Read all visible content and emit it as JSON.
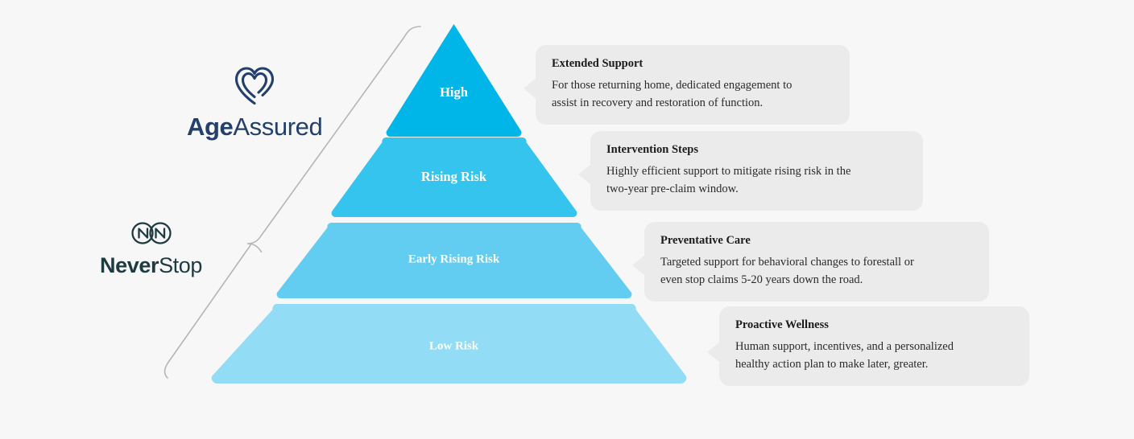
{
  "page": {
    "background_color": "#f7f7f7",
    "title": "Risk Tier Pyramid"
  },
  "logos": [
    {
      "name": "AgeAssured",
      "icon": "heart-outline-icon",
      "word_strong": "Age",
      "word_light": "Assured",
      "color": "#22406b"
    },
    {
      "name": "NeverStop",
      "icon": "infinity-loop-icon",
      "word_strong": "Never",
      "word_light": "Stop",
      "color": "#1d3b41"
    }
  ],
  "pyramid": {
    "tiers": [
      {
        "label": "High",
        "color": "#00b5e8"
      },
      {
        "label": "Rising Risk",
        "color": "#35c4ee"
      },
      {
        "label": "Early Rising Risk",
        "color": "#62cdf0"
      },
      {
        "label": "Low Risk",
        "color": "#92ddf5"
      }
    ]
  },
  "callouts": [
    {
      "title": "Extended Support",
      "body": "For those returning home, dedicated engagement to\nassist in recovery and restoration of function."
    },
    {
      "title": "Intervention Steps",
      "body": "Highly efficient support to mitigate rising risk in the\ntwo-year pre-claim window."
    },
    {
      "title": "Preventative Care",
      "body": "Targeted support for behavioral changes to forestall or\neven stop claims 5-20 years down the road."
    },
    {
      "title": "Proactive Wellness",
      "body": "Human support, incentives, and a personalized\nhealthy action plan to make later, greater."
    }
  ],
  "brace": {
    "name": "left-bracket",
    "color": "#b5b5b5"
  }
}
